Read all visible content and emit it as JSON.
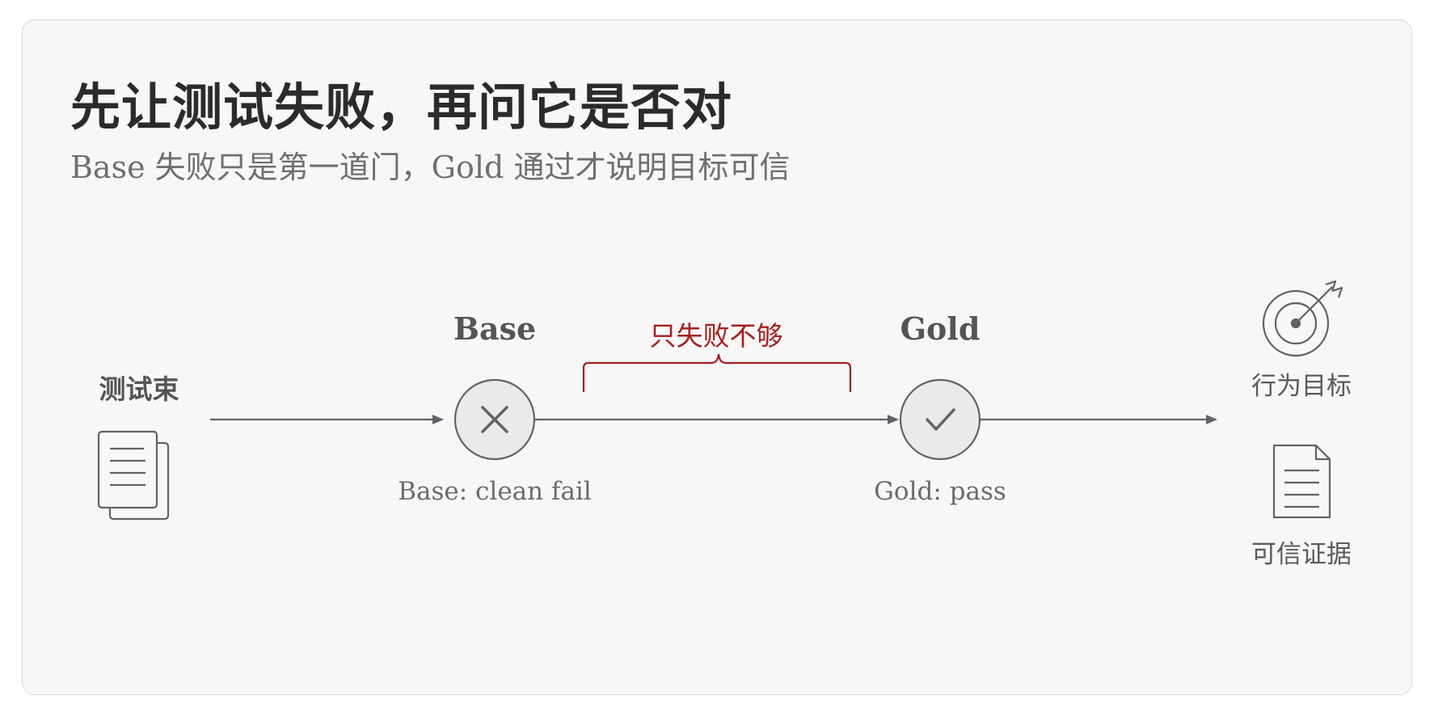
{
  "title": "先让测试失败，再问它是否对",
  "subtitle": "Base 失败只是第一道门，Gold 通过才说明目标可信",
  "diagram": {
    "test_suite": {
      "label": "测试束",
      "icon": "documents-icon"
    },
    "base": {
      "heading": "Base",
      "caption": "Base: clean fail",
      "icon": "x-mark-icon"
    },
    "bracket": {
      "label": "只失败不够",
      "color": "#a52020"
    },
    "gold": {
      "heading": "Gold",
      "caption": "Gold: pass",
      "icon": "checkmark-icon"
    },
    "outcomes": [
      {
        "label": "行为目标",
        "icon": "target-icon"
      },
      {
        "label": "可信证据",
        "icon": "document-icon"
      }
    ]
  },
  "colors": {
    "line": "#5f6368",
    "accent_red": "#a52020",
    "node_fill": "#eaeaea",
    "background": "#f7f7f7"
  }
}
